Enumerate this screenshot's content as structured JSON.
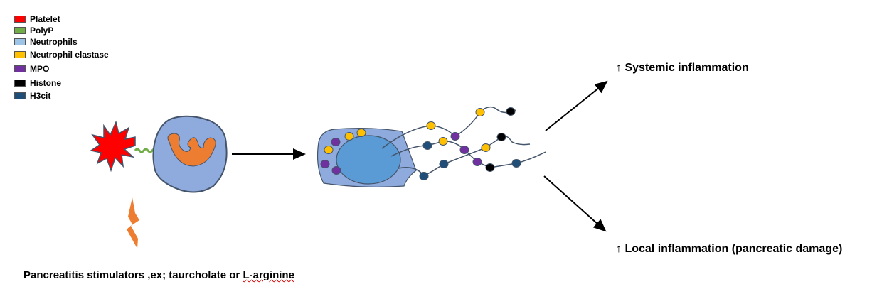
{
  "legend": [
    {
      "label": "Platelet",
      "color": "#ff0000"
    },
    {
      "label": "PolyP",
      "color": "#70ad47"
    },
    {
      "label": "Neutrophils",
      "color": "#9dc3e6"
    },
    {
      "label": "Neutrophil elastase",
      "color": "#ffc000"
    },
    {
      "label": "MPO",
      "color": "#7030a0"
    },
    {
      "label": "Histone",
      "color": "#000000"
    },
    {
      "label": "H3cit",
      "color": "#1f4e79"
    }
  ],
  "outcomes": {
    "systemic": "Systemic inflammation",
    "local": "Local inflammation (pancreatic damage)",
    "arrow_glyph": "↑"
  },
  "stimulators": {
    "prefix": "Pancreatitis stimulators ,ex; taurcholate or ",
    "underlined": "L-arginine"
  }
}
